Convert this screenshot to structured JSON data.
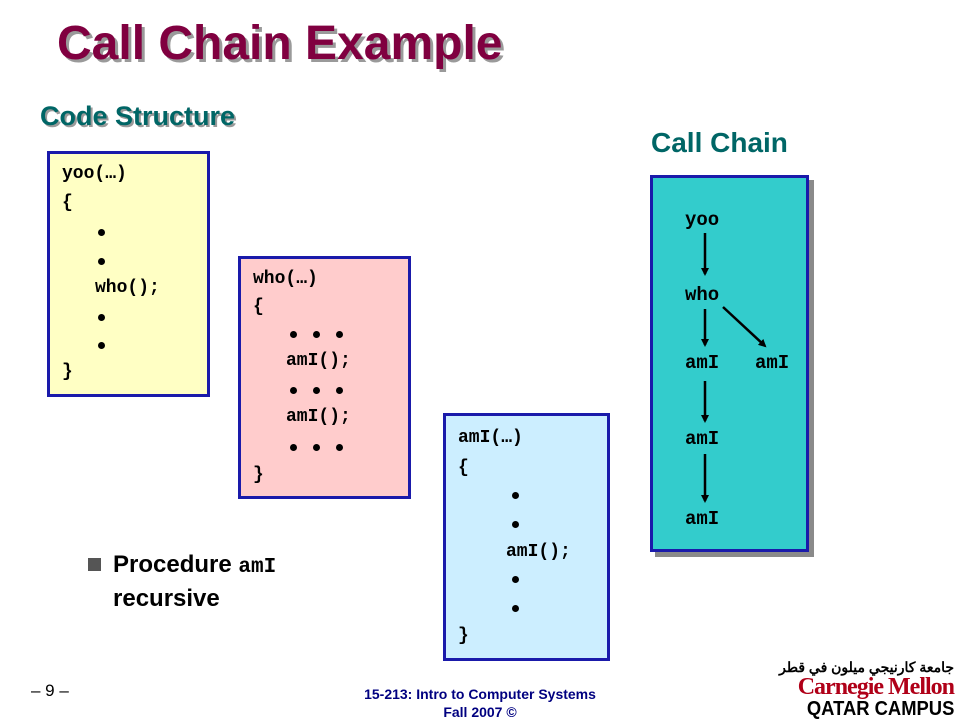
{
  "slide": {
    "title": "Call Chain Example",
    "subtitle": "Code Structure",
    "chain_heading": "Call Chain",
    "page_number": "– 9 –",
    "footer_line1": "15-213: Intro to Computer Systems",
    "footer_line2": "Fall 2007 ©"
  },
  "code": {
    "yoo": {
      "header": "yoo(…)",
      "open": "{",
      "call": "who();",
      "close": "}"
    },
    "who": {
      "header": "who(…)",
      "open": "{",
      "call1": "amI();",
      "call2": "amI();",
      "close": "}"
    },
    "ami": {
      "header": "amI(…)",
      "open": "{",
      "call": "amI();",
      "close": "}"
    }
  },
  "chain": {
    "yoo": "yoo",
    "who": "who",
    "ami_left": "amI",
    "ami_right": "amI",
    "ami_3": "amI",
    "ami_4": "amI"
  },
  "bullet": {
    "text_prefix": "Procedure ",
    "code": "amI",
    "text_suffix": "recursive"
  },
  "logo": {
    "arabic": "جامعة كارنيجي ميلون في قطر",
    "name": "Carnegie Mellon",
    "campus": "QATAR CAMPUS"
  },
  "colors": {
    "title": "#800040",
    "subtitle": "#006666",
    "yoo_box": "#ffffc4",
    "who_box": "#ffcccc",
    "ami_box": "#cceeff",
    "chain_box": "#33cccc",
    "border": "#1a1aaa"
  }
}
